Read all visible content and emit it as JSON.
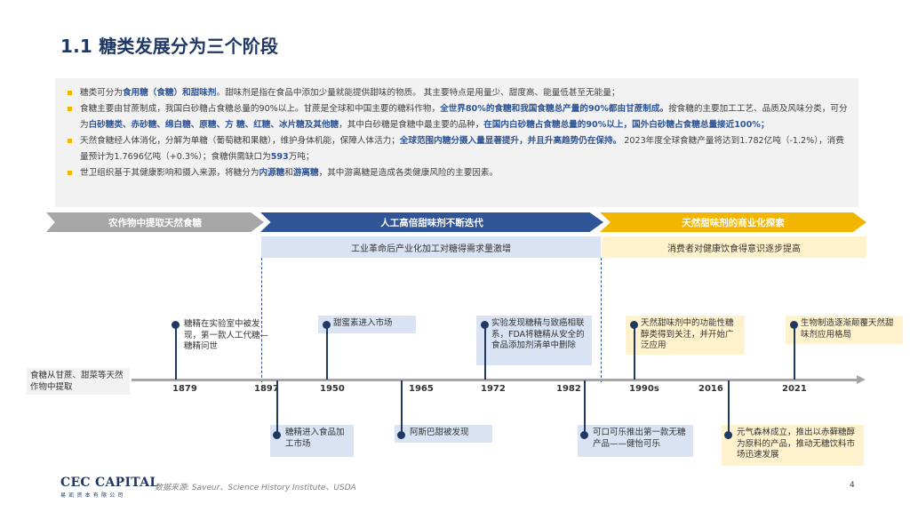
{
  "title": "1.1 糖类发展分为三个阶段",
  "summary": {
    "p1": {
      "a": "糖类可分为",
      "b": "食用糖（食糖）和甜味剂",
      "c": "。甜味剂是指在食品中添加少量就能提供甜味的物质。 其主要特点是用量少、甜度高、能量低甚至无能量；"
    },
    "p2": {
      "a": "食糖主要由甘蔗制成，我国白砂糖占食糖总量的90%以上。甘蔗是全球和中国主要的糖料作物，",
      "b": "全世界80%的食糖和我国食糖总产量的90%都由甘蔗制成。",
      "c": "按食糖的主要加工工艺、品质及风味分类，可分为",
      "d": "白砂糖类、赤砂糖、绵白糖、原糖、方 糖、红糖、冰片糖及其他糖",
      "e": "，其中白砂糖是食糖中最主要的品种，",
      "f": "在国内白砂糖占食糖总量的90%以上，国外白砂糖占食糖总量接近100%；"
    },
    "p3": {
      "a": "天然食糖经人体消化，分解为单糖（葡萄糖和果糖），维护身体机能，保障人体活力；",
      "b": "全球范围内糖分摄入量显著提升，并且升高趋势仍在保持。",
      "c": " 2023年度全球食糖产量将达到1.782亿吨（-1.2%），消费量预计为1.7696亿吨（+0.3%）；食糖供需缺口为",
      "d": "593",
      "e": "万吨；"
    },
    "p4": {
      "a": "世卫组织基于其健康影响和摄入来源，将糖分为",
      "b": "内源糖",
      "c": "和",
      "d": "游离糖",
      "e": "，其中游离糖是造成各类健康风险的主要因素。"
    }
  },
  "phases": [
    {
      "label": "农作物中提取天然食糖",
      "color": "#a6a6a6"
    },
    {
      "label": "人工高倍甜味剂不断迭代",
      "color": "#2f5597",
      "sub": "工业革命后产业化加工对糖得需求量激增"
    },
    {
      "label": "天然甜味剂的商业化探索",
      "color": "#f2b600",
      "sub": "消费者对健康饮食得意识逐步提高"
    }
  ],
  "origin": "食糖从甘蔗、甜菜等天然作物中提取",
  "years": [
    "1879",
    "1897",
    "1950",
    "1965",
    "1972",
    "1982",
    "1990s",
    "2016",
    "2021"
  ],
  "events": {
    "e1879": "糖精在实验室中被发现，第一款人工代糖—糖精问世",
    "e1897": "糖精进入食品加工市场",
    "e1950": "甜蜜素进入市场",
    "e1965": "阿斯巴甜被发现",
    "e1972": "实验发现糖精与致癌相联系，FDA将糖精从安全的食品添加剂清单中删除",
    "e1982": "可口可乐推出第一款无糖产品——健怡可乐",
    "e1990s": "天然甜味剂中的功能性糖醇类得到关注，并开始广泛应用",
    "e2016": "元气森林成立，推出以赤藓糖醇为原料的产品，推动无糖饮料市场迅速发展",
    "e2021": "生物制造逐渐颠覆天然甜味剂应用格局"
  },
  "footer": {
    "brand": "CEC CAPITAL",
    "brand_sub": "易凯资本有限公司",
    "source": "数据来源:   Saveur、Science History Institute、USDA",
    "page": "4"
  }
}
